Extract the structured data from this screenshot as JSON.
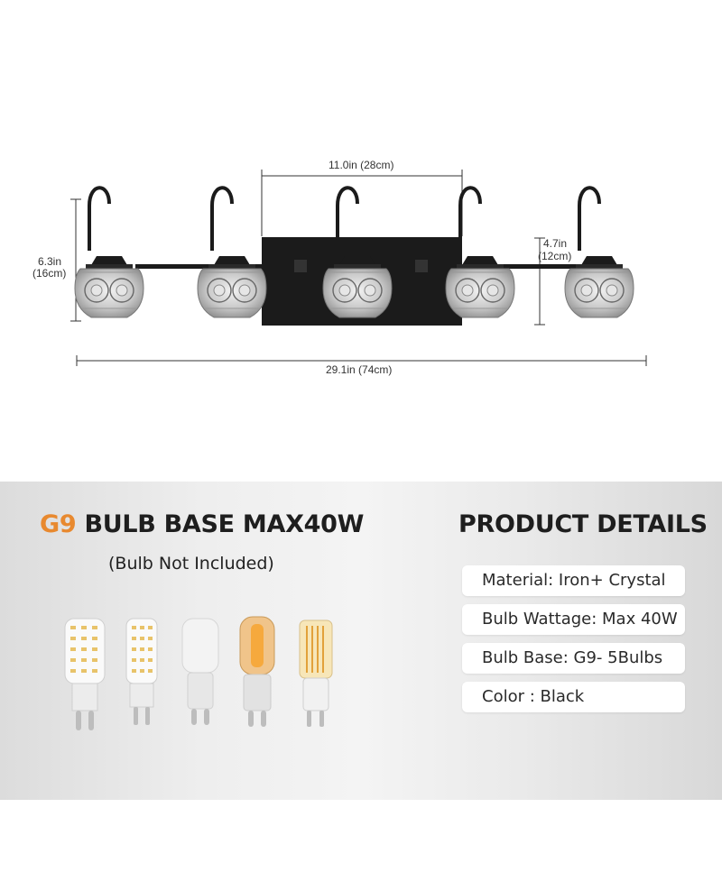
{
  "dimensions": {
    "top_width": "11.0in  (28cm)",
    "height_left_in": "6.3in",
    "height_left_cm": "(16cm)",
    "height_right_in": "4.7in",
    "height_right_cm": "(12cm)",
    "total_width": "29.1in  (74cm)"
  },
  "bulb_section": {
    "accent_word": "G9",
    "title_rest": "BULB BASE MAX40W",
    "subtitle": "(Bulb Not Included)",
    "accent_color": "#e8892f"
  },
  "details_section": {
    "title": "PRODUCT DETAILS",
    "items": [
      "Material: Iron+ Crystal",
      "Bulb Wattage: Max 40W",
      "Bulb Base: G9- 5Bulbs",
      "Color : Black"
    ]
  },
  "colors": {
    "fixture_metal": "#1b1b1b"
  }
}
